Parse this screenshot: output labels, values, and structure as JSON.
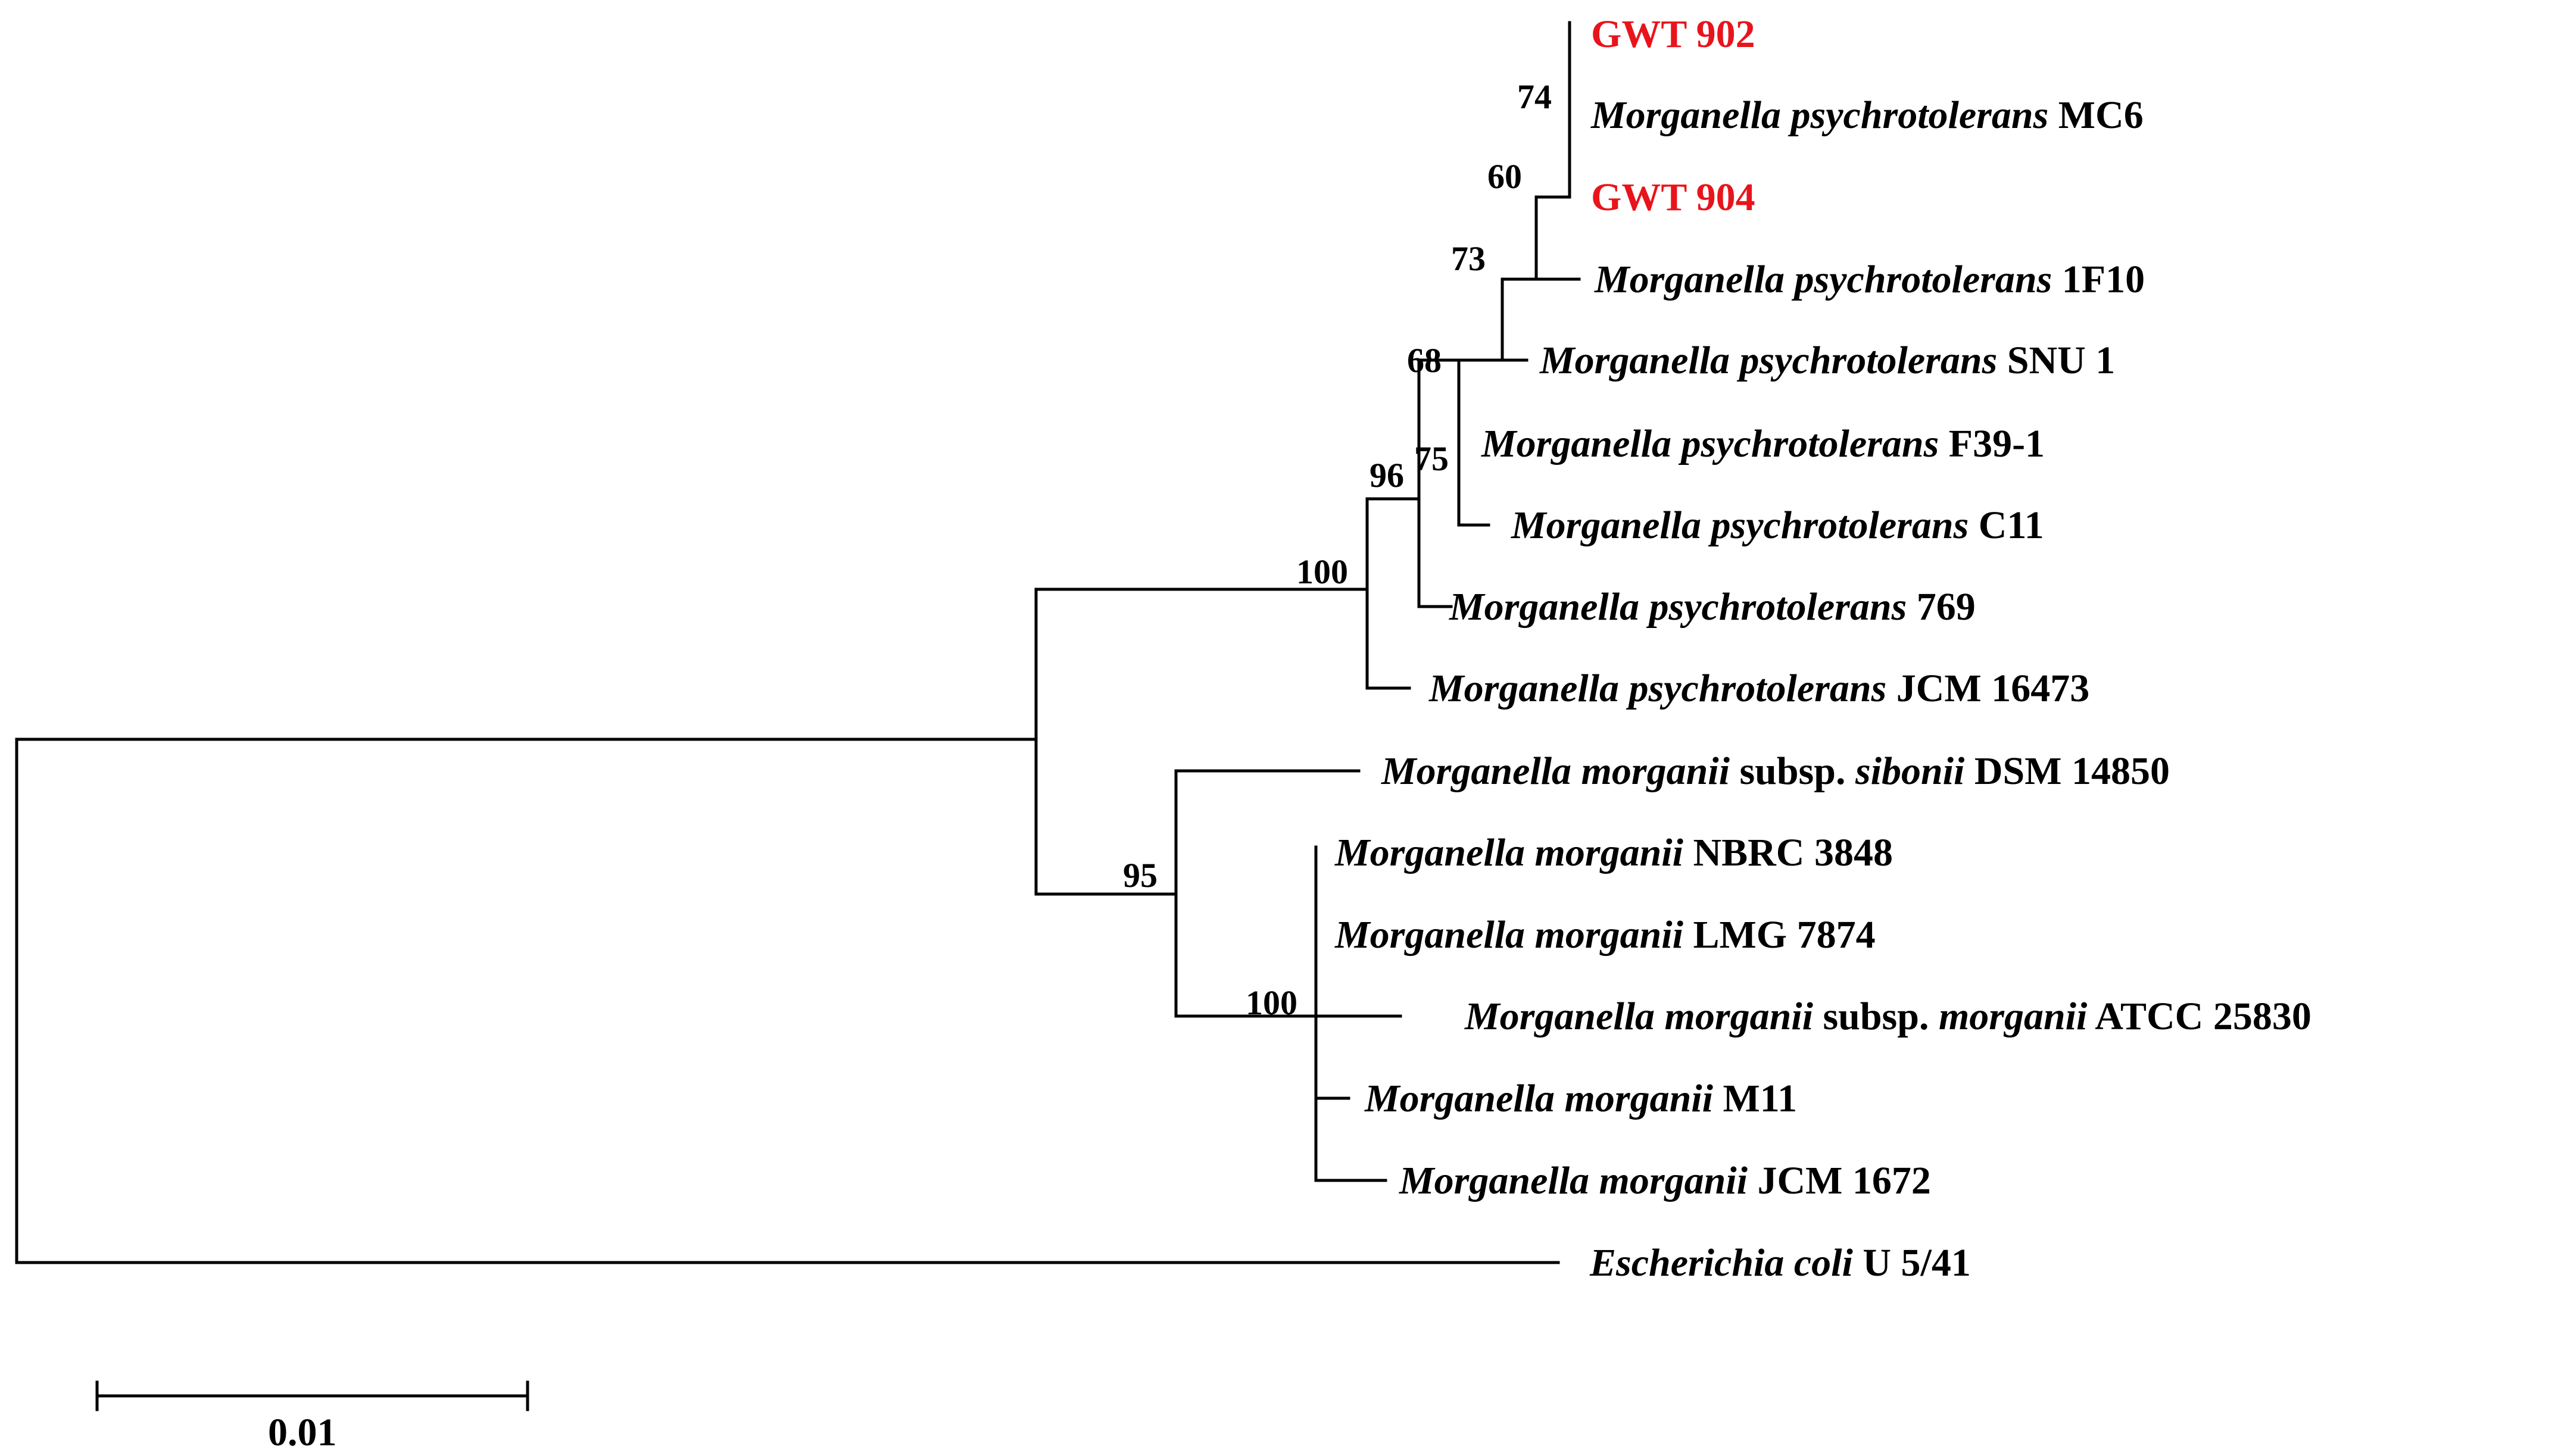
{
  "leaves": [
    {
      "id": "GWT902",
      "parts": [
        {
          "t": "GWT 902",
          "i": false
        }
      ],
      "highlight": "#e8141c"
    },
    {
      "id": "MC6",
      "parts": [
        {
          "t": "Morganella psychrotolerans",
          "i": true
        },
        {
          "t": " MC6",
          "i": false
        }
      ]
    },
    {
      "id": "GWT904",
      "parts": [
        {
          "t": "GWT 904",
          "i": false
        }
      ],
      "highlight": "#e8141c"
    },
    {
      "id": "1F10",
      "parts": [
        {
          "t": "Morganella psychrotolerans",
          "i": true
        },
        {
          "t": " 1F10",
          "i": false
        }
      ]
    },
    {
      "id": "SNU1",
      "parts": [
        {
          "t": "Morganella psychrotolerans",
          "i": true
        },
        {
          "t": " SNU 1",
          "i": false
        }
      ]
    },
    {
      "id": "F39",
      "parts": [
        {
          "t": "Morganella psychrotolerans",
          "i": true
        },
        {
          "t": " F39-1",
          "i": false
        }
      ]
    },
    {
      "id": "C11",
      "parts": [
        {
          "t": "Morganella psychrotolerans",
          "i": true
        },
        {
          "t": " C11",
          "i": false
        }
      ]
    },
    {
      "id": "769",
      "parts": [
        {
          "t": "Morganella psychrotolerans",
          "i": true
        },
        {
          "t": " 769",
          "i": false
        }
      ]
    },
    {
      "id": "JCM16473",
      "parts": [
        {
          "t": "Morganella psychrotolerans",
          "i": true
        },
        {
          "t": " JCM 16473",
          "i": false
        }
      ]
    },
    {
      "id": "sibonii",
      "parts": [
        {
          "t": "Morganella morganii",
          "i": true
        },
        {
          "t": " subsp. ",
          "i": false
        },
        {
          "t": "sibonii",
          "i": true
        },
        {
          "t": " DSM 14850",
          "i": false
        }
      ]
    },
    {
      "id": "NBRC",
      "parts": [
        {
          "t": "Morganella morganii",
          "i": true
        },
        {
          "t": " NBRC 3848",
          "i": false
        }
      ]
    },
    {
      "id": "LMG",
      "parts": [
        {
          "t": "Morganella morganii",
          "i": true
        },
        {
          "t": " LMG 7874",
          "i": false
        }
      ]
    },
    {
      "id": "ATCC",
      "parts": [
        {
          "t": "Morganella morganii",
          "i": true
        },
        {
          "t": " subsp. ",
          "i": false
        },
        {
          "t": "morganii",
          "i": true
        },
        {
          "t": " ATCC 25830",
          "i": false
        }
      ]
    },
    {
      "id": "M11",
      "parts": [
        {
          "t": "Morganella morganii",
          "i": true
        },
        {
          "t": " M11",
          "i": false
        }
      ]
    },
    {
      "id": "JCM1672",
      "parts": [
        {
          "t": "Morganella morganii",
          "i": true
        },
        {
          "t": " JCM 1672",
          "i": false
        }
      ]
    },
    {
      "id": "Ecoli",
      "parts": [
        {
          "t": "Escherichia coli",
          "i": true
        },
        {
          "t": " U 5/41",
          "i": false
        }
      ]
    }
  ],
  "bootstrap": {
    "n74": "74",
    "n60": "60",
    "n73": "73",
    "n68": "68",
    "n75": "75",
    "n96": "96",
    "n100a": "100",
    "n95": "95",
    "n100b": "100"
  },
  "scale_bar": {
    "label": "0.01"
  },
  "colors": {
    "highlight": "#e8141c",
    "default": "#000000"
  }
}
